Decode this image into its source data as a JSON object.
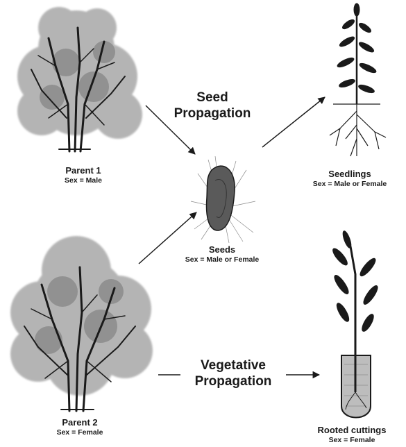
{
  "processes": {
    "seed": {
      "line1": "Seed",
      "line2": "Propagation"
    },
    "vegetative": {
      "line1": "Vegetative",
      "line2": "Propagation"
    }
  },
  "nodes": {
    "parent1": {
      "name": "Parent 1",
      "sex": "Sex = Male"
    },
    "parent2": {
      "name": "Parent 2",
      "sex": "Sex = Female"
    },
    "seeds": {
      "name": "Seeds",
      "sex": "Sex = Male or Female"
    },
    "seedlings": {
      "name": "Seedlings",
      "sex": "Sex = Male or Female"
    },
    "cuttings": {
      "name": "Rooted cuttings",
      "sex": "Sex = Female"
    }
  },
  "colors": {
    "ink": "#1a1a1a",
    "foliage": "#9a9a9a",
    "foliage_dark": "#6e6e6e"
  }
}
